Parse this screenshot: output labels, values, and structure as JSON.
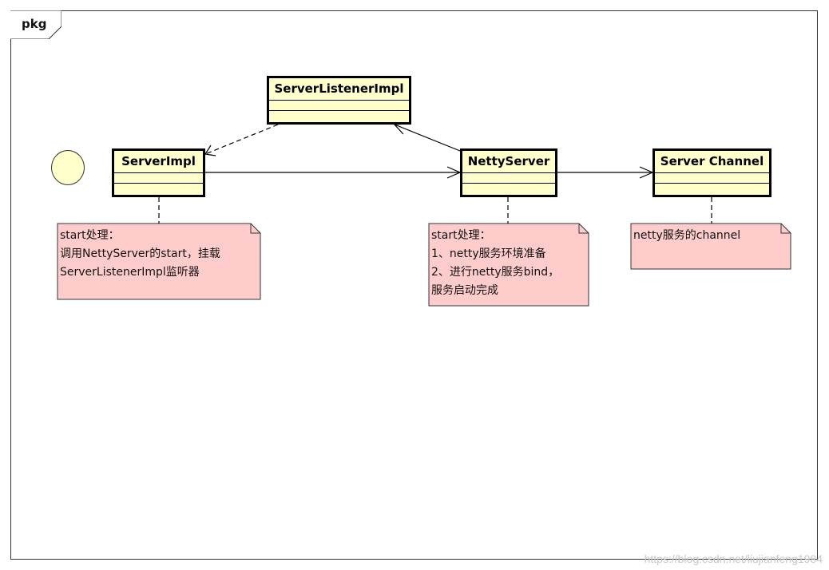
{
  "frame": {
    "tab_label": "pkg"
  },
  "classes": {
    "server_listener_impl": "ServerListenerImpl",
    "server_impl": "ServerImpl",
    "netty_server": "NettyServer",
    "server_channel": "Server Channel"
  },
  "notes": {
    "server_impl_note": [
      "start处理：",
      "调用NettyServer的start，挂载",
      "ServerListenerImpl监听器"
    ],
    "netty_server_note": [
      "start处理：",
      "1、netty服务环境准备",
      "2、进行netty服务bind，",
      "服务启动完成"
    ],
    "server_channel_note": [
      "netty服务的channel"
    ]
  },
  "watermark": "https://blog.csdn.net/liujianfeng1984",
  "colors": {
    "class_fill": "#ffffcc",
    "note_fill": "#ffcccc",
    "line": "#000000"
  }
}
